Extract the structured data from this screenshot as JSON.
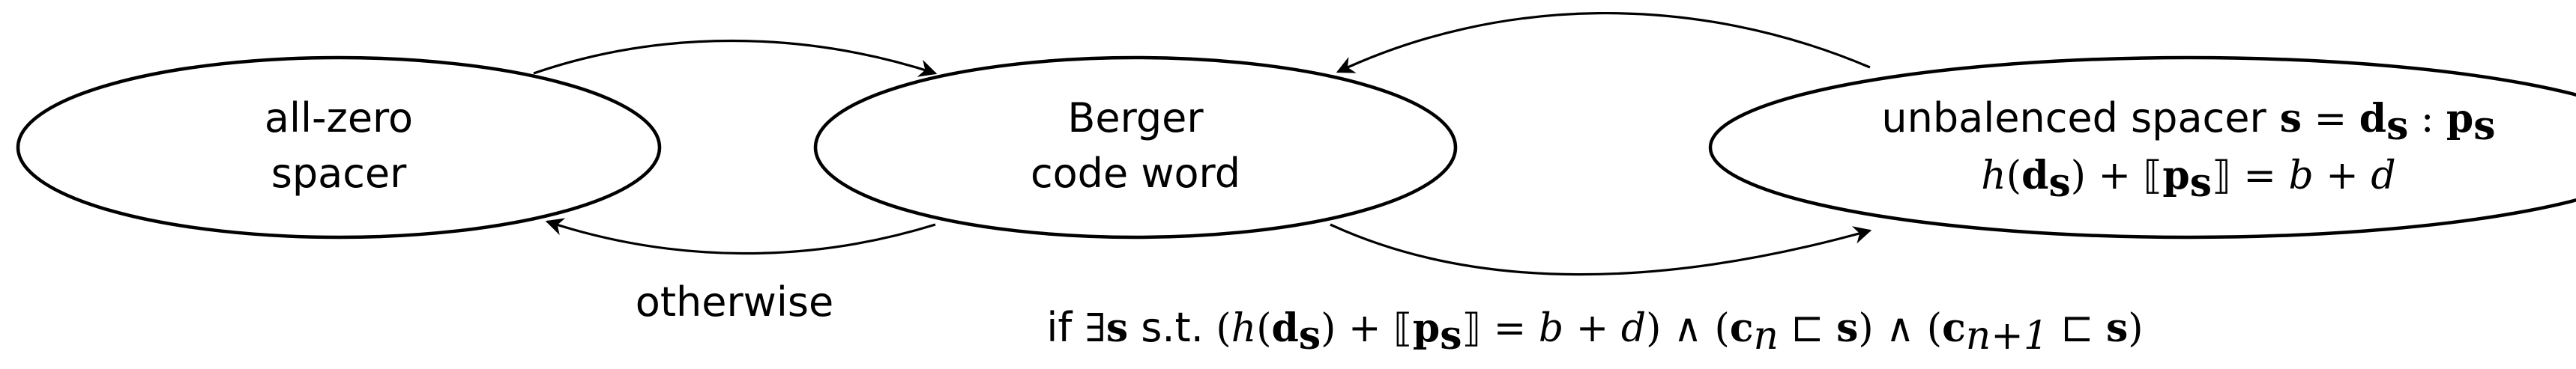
{
  "nodes": {
    "zero": {
      "line1": "all-zero",
      "line2": "spacer"
    },
    "berger": {
      "line1": "Berger",
      "line2": "code word"
    },
    "unbal": {
      "text": "unbalenced spacer",
      "def": {
        "s": "s",
        "eq": " = ",
        "d": "d",
        "sub": "s",
        "colon": " : ",
        "p": "p",
        "sub2": "s"
      },
      "cond": {
        "h": "h",
        "lp": "(",
        "d": "d",
        "sub": "s",
        "rp": ")",
        "plus": " + ",
        "lb": "⟦",
        "p": "p",
        "sub2": "s",
        "rb": "⟧",
        "eq": " = ",
        "b": "b",
        "plus2": " + ",
        "dvar": "d"
      }
    }
  },
  "edges": {
    "otherwise_label": "otherwise",
    "condition_prefix": "if ",
    "exists": "∃",
    "s": "s",
    "st": " s.t.",
    "and": "∧",
    "sqsub": "⊏",
    "c": "c",
    "n": "n",
    "n1": "n+1"
  }
}
